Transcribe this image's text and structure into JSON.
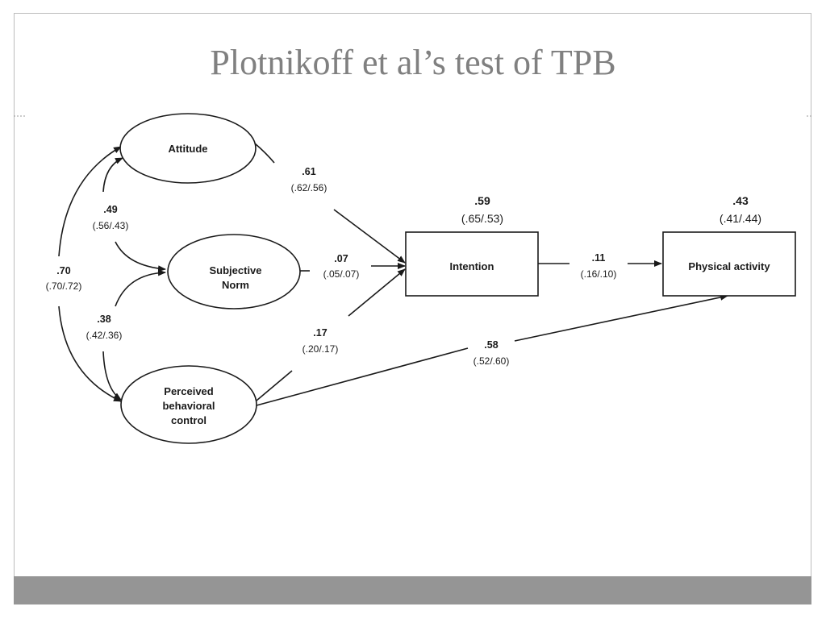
{
  "slide": {
    "title": "Plotnikoff et al’s test of TPB"
  },
  "colors": {
    "title_text": "#808080",
    "footer_bar": "#959595",
    "diagram_ink": "#1a1a1a"
  },
  "diagram": {
    "nodes": {
      "attitude": "Attitude",
      "subjective_norm": [
        "Subjective",
        "Norm"
      ],
      "pbc": [
        "Perceived",
        "behavioral",
        "control"
      ],
      "intention": "Intention",
      "physical_activity": "Physical activity"
    },
    "variance": {
      "intention": {
        "main": ".59",
        "sub": "(.65/.53)"
      },
      "physical_activity": {
        "main": ".43",
        "sub": "(.41/.44)"
      }
    },
    "coefficients": {
      "attitude_intention": {
        "main": ".61",
        "sub": "(.62/.56)"
      },
      "norm_intention": {
        "main": ".07",
        "sub": "(.05/.07)"
      },
      "pbc_intention": {
        "main": ".17",
        "sub": "(.20/.17)"
      },
      "intention_activity": {
        "main": ".11",
        "sub": "(.16/.10)"
      },
      "pbc_activity": {
        "main": ".58",
        "sub": "(.52/.60)"
      },
      "attitude_norm": {
        "main": ".49",
        "sub": "(.56/.43)"
      },
      "norm_pbc": {
        "main": ".38",
        "sub": "(.42/.36)"
      },
      "attitude_pbc": {
        "main": ".70",
        "sub": "(.70/.72)"
      }
    }
  }
}
